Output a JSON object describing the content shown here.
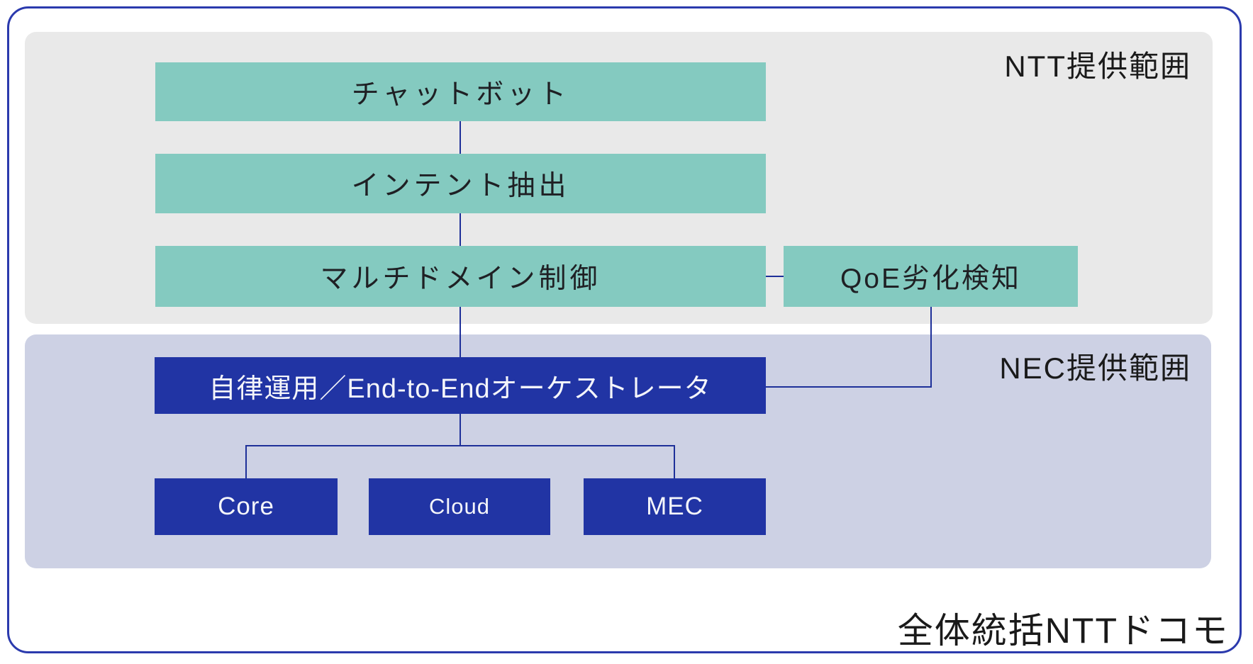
{
  "colors": {
    "outer_border": "#2b3aad",
    "ntt_panel_bg": "#e9e9e9",
    "nec_panel_bg": "#cdd1e4",
    "teal_box_bg": "#84cac0",
    "blue_box_bg": "#2134a4",
    "connector": "#1e3099",
    "box_text_dark": "#1f2024",
    "box_text_light": "#f4f5fa",
    "label_text": "#1a1a1a"
  },
  "ntt_section": {
    "label": "NTT提供範囲",
    "boxes": {
      "chatbot": "チャットボット",
      "intent": "インテント抽出",
      "multidomain": "マルチドメイン制御",
      "qoe": "QoE劣化検知"
    }
  },
  "nec_section": {
    "label": "NEC提供範囲",
    "boxes": {
      "orchestrator": "自律運用／End-to-Endオーケストレータ",
      "core": "Core",
      "cloud": "Cloud",
      "mec": "MEC"
    }
  },
  "footer_label": "全体統括NTTドコモ"
}
